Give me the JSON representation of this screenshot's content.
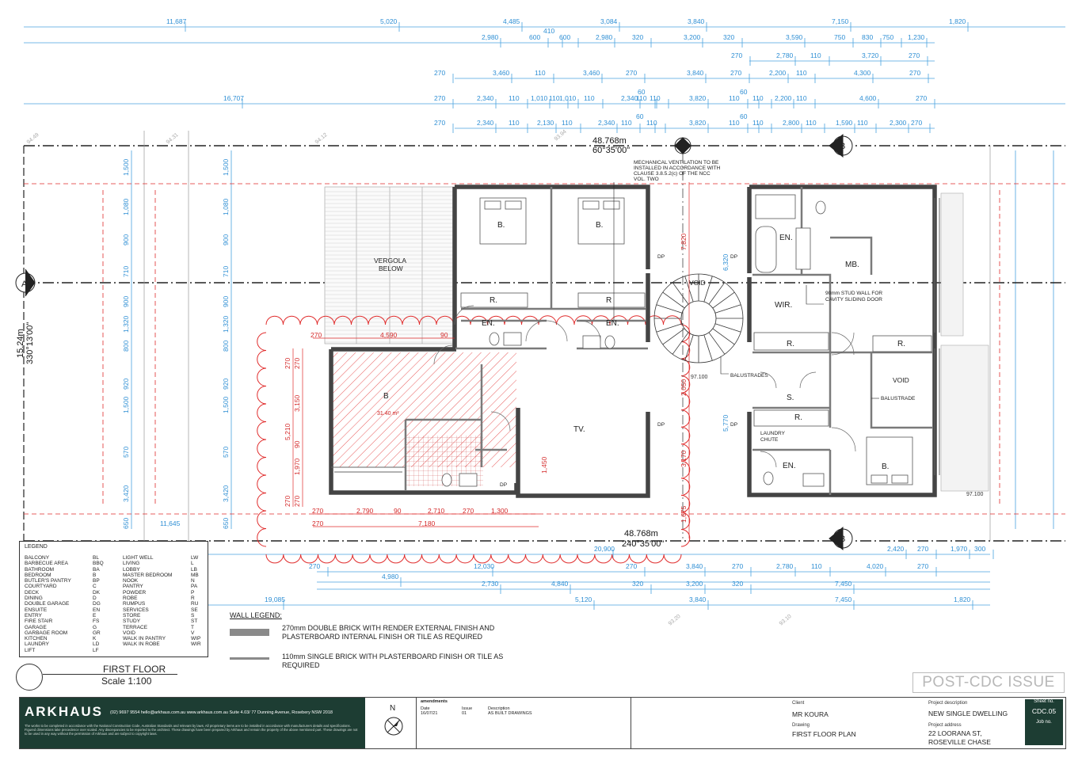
{
  "top_dims": {
    "row1": [
      "11,687",
      "5,020",
      "4,485",
      "3,084",
      "3,840",
      "7,150",
      "1,820"
    ],
    "row2": [
      "2,980",
      "600",
      "410",
      "600",
      "2,980",
      "320",
      "3,200",
      "320",
      "3,590",
      "750",
      "830",
      "750",
      "1,230"
    ],
    "row3": [
      "270",
      "2,780",
      "110",
      "3,720",
      "270"
    ],
    "row4": [
      "270",
      "3,460",
      "110",
      "3,460",
      "270",
      "3,840",
      "270",
      "2,200",
      "110",
      "4,300",
      "270"
    ],
    "row5": [
      "16,707",
      "270",
      "2,340",
      "110",
      "1,010",
      "110",
      "1,010",
      "110",
      "2,340",
      "110",
      "60",
      "110",
      "3,820",
      "110",
      "60",
      "110",
      "2,200",
      "110",
      "4,600",
      "270"
    ],
    "row6": [
      "270",
      "2,340",
      "110",
      "2,130",
      "110",
      "2,340",
      "110",
      "60",
      "110",
      "3,820",
      "110",
      "60",
      "110",
      "2,800",
      "110",
      "1,590",
      "110",
      "2,300",
      "270"
    ]
  },
  "boundary": {
    "top_length": "48.768m",
    "top_bearing": "60°35'00\"",
    "bottom_length": "48.768m",
    "bottom_bearing": "240°35'00\"",
    "left_length": "15.24m",
    "left_bearing": "330°13'00\""
  },
  "grid_markers": {
    "a": "A",
    "b_top": "B",
    "b_bottom": "B"
  },
  "levels": [
    "94.49",
    "94.31",
    "94.12",
    "93.94",
    "93.20",
    "93.10",
    "97.100",
    "97.100"
  ],
  "rooms": {
    "vergola": "VERGOLA\nBELOW",
    "bed1": "B.",
    "bed2": "B.",
    "bed3": "B",
    "bed4": "B.",
    "robe1": "R.",
    "robe2": "R",
    "robe3": "R.",
    "robe4": "R.",
    "robe5": "R.",
    "ens1": "EN.",
    "ens2": "EN.",
    "ens3": "EN.",
    "ens4": "EN.",
    "mb": "MB.",
    "wir": "WIR.",
    "tv": "TV.",
    "void1": "VOID",
    "void2": "VOID",
    "study": "S.",
    "area": "31.40 m²"
  },
  "notes": {
    "mech": "MECHANICAL VENTILATION TO BE\nINSTALLED IN ACCORDANCE WITH\nCLAUSE 3.8.5.2(c) OF THE NCC\nVOL. TWO",
    "stud": "90mm STUD WALL FOR\nCAVITY SLIDING DOOR",
    "balustrades": "BALUSTRADES",
    "balustrade": "BALUSTRADE",
    "laundry": "LAUNDRY\nCHUTE",
    "dp": "DP"
  },
  "inner_dims": {
    "left_col": [
      "1,500",
      "1,080",
      "900",
      "710",
      "900",
      "1,320",
      "800",
      "920",
      "1,500",
      "570",
      "3,420",
      "650"
    ],
    "bed_dims": [
      "270",
      "4,590",
      "90",
      "270",
      "270",
      "3,150",
      "5,210",
      "90",
      "1,970",
      "270",
      "270"
    ],
    "bottom_row": [
      "270",
      "2,790",
      "90",
      "2,710",
      "270",
      "1,300",
      "270",
      "7,180",
      "11,645"
    ],
    "centre": [
      "7,820",
      "6,320",
      "2,050",
      "3,170",
      "1,675",
      "1,450",
      "5,770"
    ]
  },
  "bottom_dims": {
    "row1": [
      "20,900",
      "2,420",
      "270",
      "1,970",
      "300"
    ],
    "row2": [
      "270",
      "12,030",
      "270",
      "3,840",
      "270",
      "2,780",
      "110",
      "4,020",
      "270"
    ],
    "row3": [
      "4,980"
    ],
    "row4": [
      "2,730",
      "4,840",
      "320",
      "3,200",
      "320",
      "7,450"
    ],
    "row5": [
      "19,085",
      "5,120",
      "3,840",
      "7,450",
      "1,820"
    ]
  },
  "legend": {
    "title": "LEGEND",
    "col1": [
      [
        "BALCONY",
        "BL"
      ],
      [
        "BARBECUE AREA",
        "BBQ"
      ],
      [
        "BATHROOM",
        "BA"
      ],
      [
        "BEDROOM",
        "B"
      ],
      [
        "BUTLER'S PANTRY",
        "BP"
      ],
      [
        "COURTYARD",
        "C"
      ],
      [
        "DECK",
        "DK"
      ],
      [
        "DINING",
        "D"
      ],
      [
        "DOUBLE GARAGE",
        "DG"
      ],
      [
        "ENSUITE",
        "EN"
      ],
      [
        "ENTRY",
        "E"
      ],
      [
        "FIRE STAIR",
        "FS"
      ],
      [
        "GARAGE",
        "G"
      ],
      [
        "GARBAGE ROOM",
        "GR"
      ],
      [
        "KITCHEN",
        "K"
      ],
      [
        "LAUNDRY",
        "LD"
      ],
      [
        "LIFT",
        "LF"
      ]
    ],
    "col2": [
      [
        "LIGHT WELL",
        "LW"
      ],
      [
        "LIVING",
        "L"
      ],
      [
        "LOBBY",
        "LB"
      ],
      [
        "MASTER BEDROOM",
        "MB"
      ],
      [
        "NOOK",
        "N"
      ],
      [
        "PANTRY",
        "PA"
      ],
      [
        "POWDER",
        "P"
      ],
      [
        "ROBE",
        "R"
      ],
      [
        "RUMPUS",
        "RU"
      ],
      [
        "SERVICES",
        "SE"
      ],
      [
        "STORE",
        "S"
      ],
      [
        "STUDY",
        "ST"
      ],
      [
        "TERRACE",
        "T"
      ],
      [
        "VOID",
        "V"
      ],
      [
        "WALK IN PANTRY",
        "WIP"
      ],
      [
        "WALK IN ROBE",
        "WIR"
      ]
    ]
  },
  "wall_legend": {
    "title": "WALL LEGEND:",
    "item1": "270mm DOUBLE BRICK WITH RENDER EXTERNAL FINISH AND PLASTERBOARD INTERNAL FINISH OR TILE AS REQUIRED",
    "item2": "110mm SINGLE BRICK WITH PLASTERBOARD FINISH OR TILE AS REQUIRED"
  },
  "floor_title": {
    "name": "FIRST FLOOR",
    "scale": "Scale 1:100"
  },
  "issue_stamp": "POST-CDC ISSUE",
  "title_block": {
    "brand": "ARKHAUS",
    "contact": "(02) 9697 9554    hello@arkhaus.com.au    www.arkhaus.com.au    Suite 4.03/ 77 Dunning Avenue, Rosebery NSW 2018",
    "fine_print": "The works to be completed in accordance with the National Construction Code, Australian Standards and relevant by laws. All proprietary items are to be installed in accordance with manufacturers details and specifications. Figured dimensions take precedence over scaled. Any discrepancies to be reported to the architect. These drawings have been prepared by Arkhaus and remain the property of the above mentioned part. These drawings are not to be used in any way without the permission of Arkhaus and are subject to copyright laws.",
    "north": "N",
    "amendments": "amendments",
    "date_label": "Date",
    "issue_label": "Issue",
    "desc_label": "Description",
    "date": "16/07/21",
    "issue": "01",
    "desc": "AS BUILT DRAWINGS",
    "client_label": "Client",
    "client": "MR KOURA",
    "drawing_label": "Drawing",
    "drawing": "FIRST FLOOR PLAN",
    "proj_desc_label": "Project description",
    "proj_desc": "NEW SINGLE DWELLING",
    "proj_addr_label": "Project address",
    "proj_addr1": "22 LOORANA ST,",
    "proj_addr2": "ROSEVILLE CHASE",
    "sheet_label": "Sheet no.",
    "sheet": "CDC.05",
    "job_label": "Job no."
  }
}
